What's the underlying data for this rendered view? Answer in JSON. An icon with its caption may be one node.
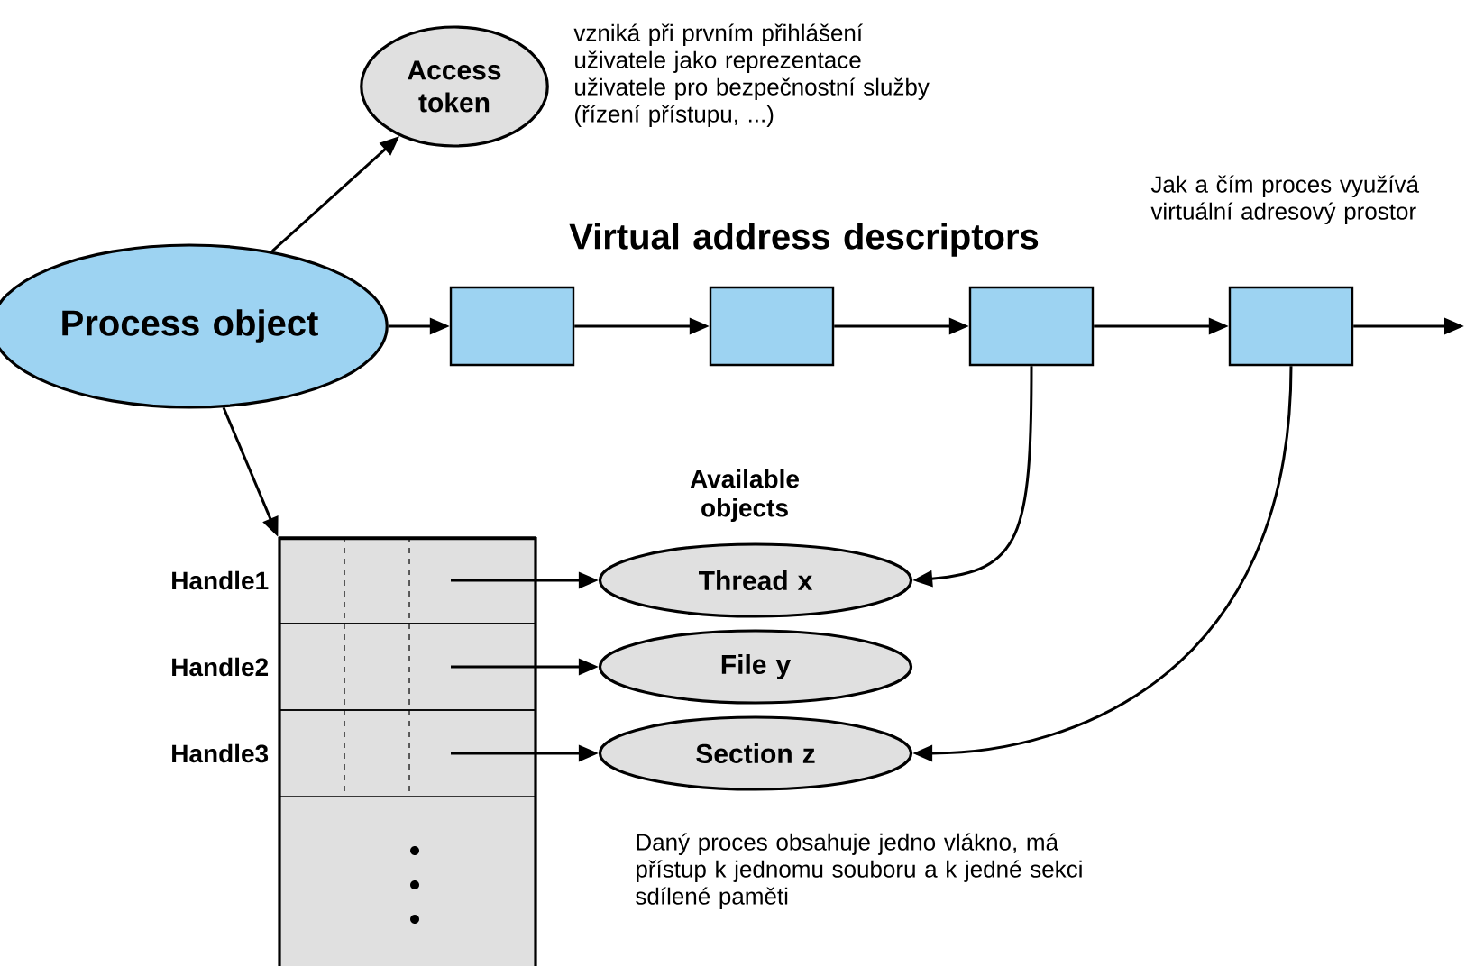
{
  "diagram": {
    "nodes": [
      {
        "text": [
          "Process object"
        ]
      },
      {
        "text": [
          "Access token"
        ]
      },
      {
        "text": [],
        "shape": "box"
      },
      {
        "text": [],
        "shape": "box"
      },
      {
        "text": [],
        "shape": "box"
      },
      {
        "text": [],
        "shape": "box"
      },
      {
        "text": [],
        "shape": "box"
      },
      {
        "text": [
          "Handle1"
        ],
        "in": 6
      },
      {
        "text": [
          "Handle2"
        ],
        "in": 6
      },
      {
        "text": [
          "Handle3"
        ],
        "in": 6
      },
      {
        "text": [
          "Thread x"
        ]
      },
      {
        "text": [
          "File y"
        ]
      },
      {
        "text": [
          "Section z"
        ]
      }
    ],
    "edges": [
      {
        "from": 0,
        "to": 1,
        "arrow": "to"
      },
      {
        "from": 0,
        "to": 2,
        "arrow": "to"
      },
      {
        "from": 2,
        "to": 3,
        "arrow": "to"
      },
      {
        "from": 3,
        "to": 4,
        "arrow": "to"
      },
      {
        "from": 4,
        "to": 5,
        "arrow": "to"
      },
      {
        "from": 5,
        "to": null,
        "arrow": "to"
      },
      {
        "from": 0,
        "to": 6,
        "arrow": "to"
      },
      {
        "from": 7,
        "to": 10,
        "arrow": "to"
      },
      {
        "from": 8,
        "to": 11,
        "arrow": "to"
      },
      {
        "from": 9,
        "to": 12,
        "arrow": "to"
      },
      {
        "from": 4,
        "to": 10,
        "arrow": "to"
      },
      {
        "from": 5,
        "to": 12,
        "arrow": "to"
      }
    ],
    "labels": [
      "vzniká při prvním přihlášení uživatele jako reprezentace uživatele pro bezpečnostní služby (řízení přístupu, ...)",
      "Jak a čím proces využívá virtuální adresový prostor",
      "Virtual address descriptors",
      "Available objects",
      "Daný proces obsahuje jedno vlákno, má přístup k jednomu souboru a k jedné sekci sdílené paměti"
    ]
  }
}
